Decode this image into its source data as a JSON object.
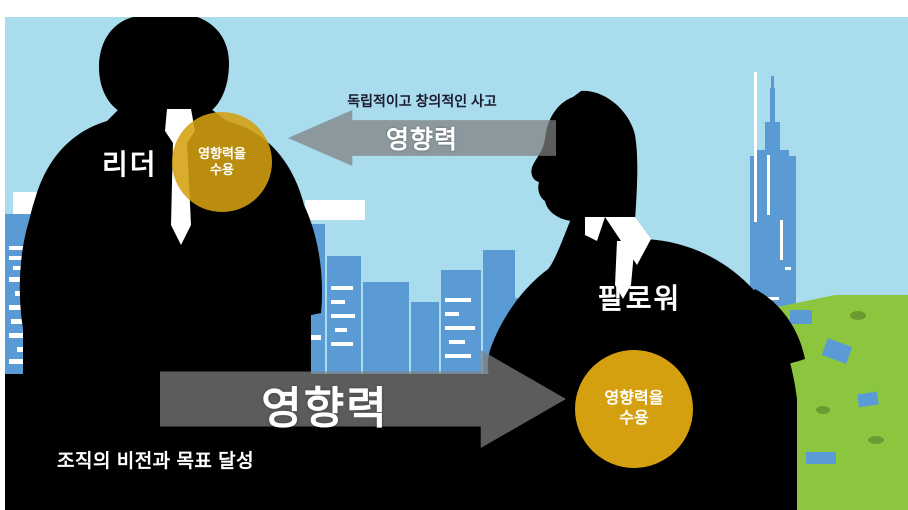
{
  "diagram": {
    "title_concept": "leader-follower influence loop",
    "palette": {
      "sky": "#A9DCEC",
      "building": "#5B9BD5",
      "building_highlight": "#FFFFFF",
      "ground": "#000000",
      "park_green": "#8CC63F",
      "park_green_dark": "#6B9A30",
      "arrow_gray": "#808080",
      "circle_gold": "#D4A010",
      "text_light": "#FFFFFF",
      "text_dark": "#1A1A2E"
    },
    "figures": [
      {
        "id": "leader",
        "label": "리더",
        "pose": "back-view businessman with white tie, hands on hips",
        "badge": {
          "line1": "영향력을",
          "line2": "수용"
        }
      },
      {
        "id": "follower",
        "label": "팔로워",
        "pose": "profile businessman with white shirt and tie, hand on hip",
        "badge": {
          "line1": "영향력을",
          "line2": "수용"
        }
      }
    ],
    "arrows": [
      {
        "id": "follower-to-leader",
        "direction": "left",
        "label": "영향력",
        "caption": "독립적이고 창의적인 사고",
        "size": "small"
      },
      {
        "id": "leader-to-follower",
        "direction": "right",
        "label": "영향력",
        "caption": "",
        "size": "large"
      }
    ],
    "captions": {
      "bottom_left": "조직의 비전과 목표 달성"
    }
  }
}
